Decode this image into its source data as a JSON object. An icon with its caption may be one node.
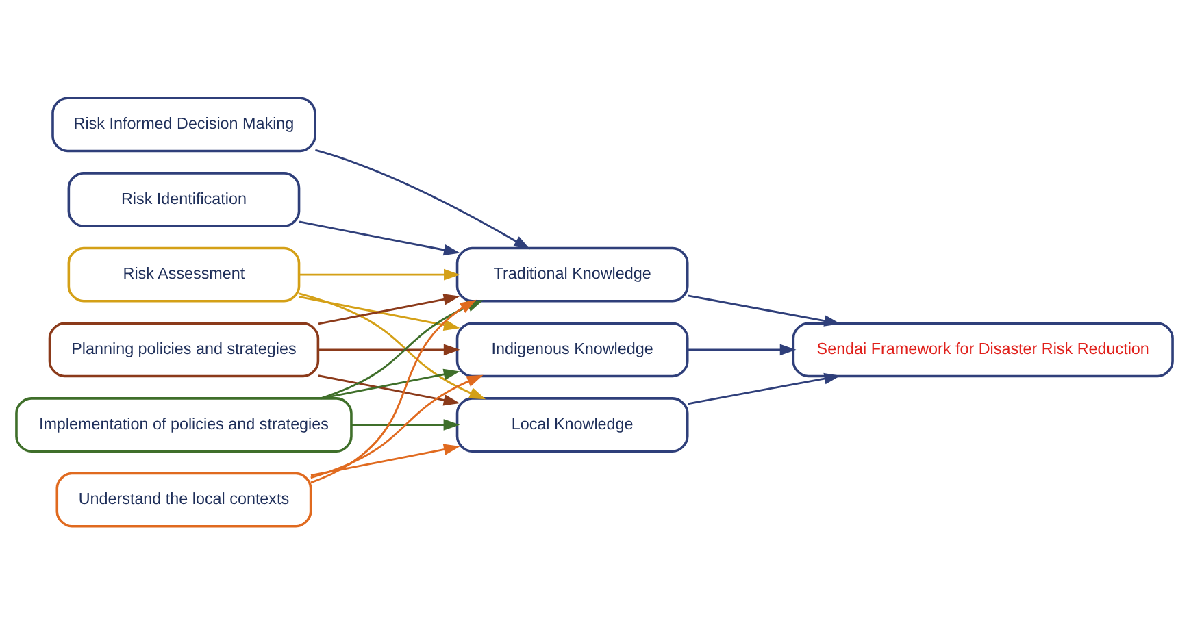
{
  "diagram": {
    "nodes": [
      {
        "text": [
          "Risk Informed Decision Making"
        ]
      },
      {
        "text": [
          "Risk Identification"
        ]
      },
      {
        "text": [
          "Risk Assessment"
        ]
      },
      {
        "text": [
          "Planning policies and strategies"
        ]
      },
      {
        "text": [
          "Implementation of policies and strategies"
        ]
      },
      {
        "text": [
          "Understand the local contexts"
        ]
      },
      {
        "text": [
          "Traditional Knowledge"
        ]
      },
      {
        "text": [
          "Local Knowledge"
        ]
      },
      {
        "text": [
          "Indigenous Knowledge"
        ]
      },
      {
        "text": [
          "Sendai Framework for Disaster Risk Reduction"
        ]
      }
    ],
    "edges": [
      {
        "from": 0,
        "to": 6,
        "arrow": "to"
      },
      {
        "from": 1,
        "to": 6,
        "arrow": "to"
      },
      {
        "from": 2,
        "to": 6,
        "arrow": "to",
        "color": "#d4a017"
      },
      {
        "from": 2,
        "to": 7,
        "arrow": "to",
        "color": "#d4a017"
      },
      {
        "from": 2,
        "to": 8,
        "arrow": "to",
        "color": "#d4a017"
      },
      {
        "from": 3,
        "to": 6,
        "arrow": "to",
        "color": "#8b3a1a"
      },
      {
        "from": 3,
        "to": 7,
        "arrow": "to",
        "color": "#8b3a1a"
      },
      {
        "from": 3,
        "to": 8,
        "arrow": "to",
        "color": "#8b3a1a"
      },
      {
        "from": 4,
        "to": 6,
        "arrow": "to",
        "color": "#3f6f2a"
      },
      {
        "from": 4,
        "to": 7,
        "arrow": "to",
        "color": "#3f6f2a"
      },
      {
        "from": 4,
        "to": 8,
        "arrow": "to",
        "color": "#3f6f2a"
      },
      {
        "from": 5,
        "to": 6,
        "arrow": "to",
        "color": "#e06a1f"
      },
      {
        "from": 5,
        "to": 7,
        "arrow": "to",
        "color": "#e06a1f"
      },
      {
        "from": 5,
        "to": 8,
        "arrow": "to",
        "color": "#e06a1f"
      },
      {
        "from": 6,
        "to": 9,
        "arrow": "to"
      },
      {
        "from": 7,
        "to": 9,
        "arrow": "to"
      },
      {
        "from": 8,
        "to": 9,
        "arrow": "to"
      }
    ]
  }
}
